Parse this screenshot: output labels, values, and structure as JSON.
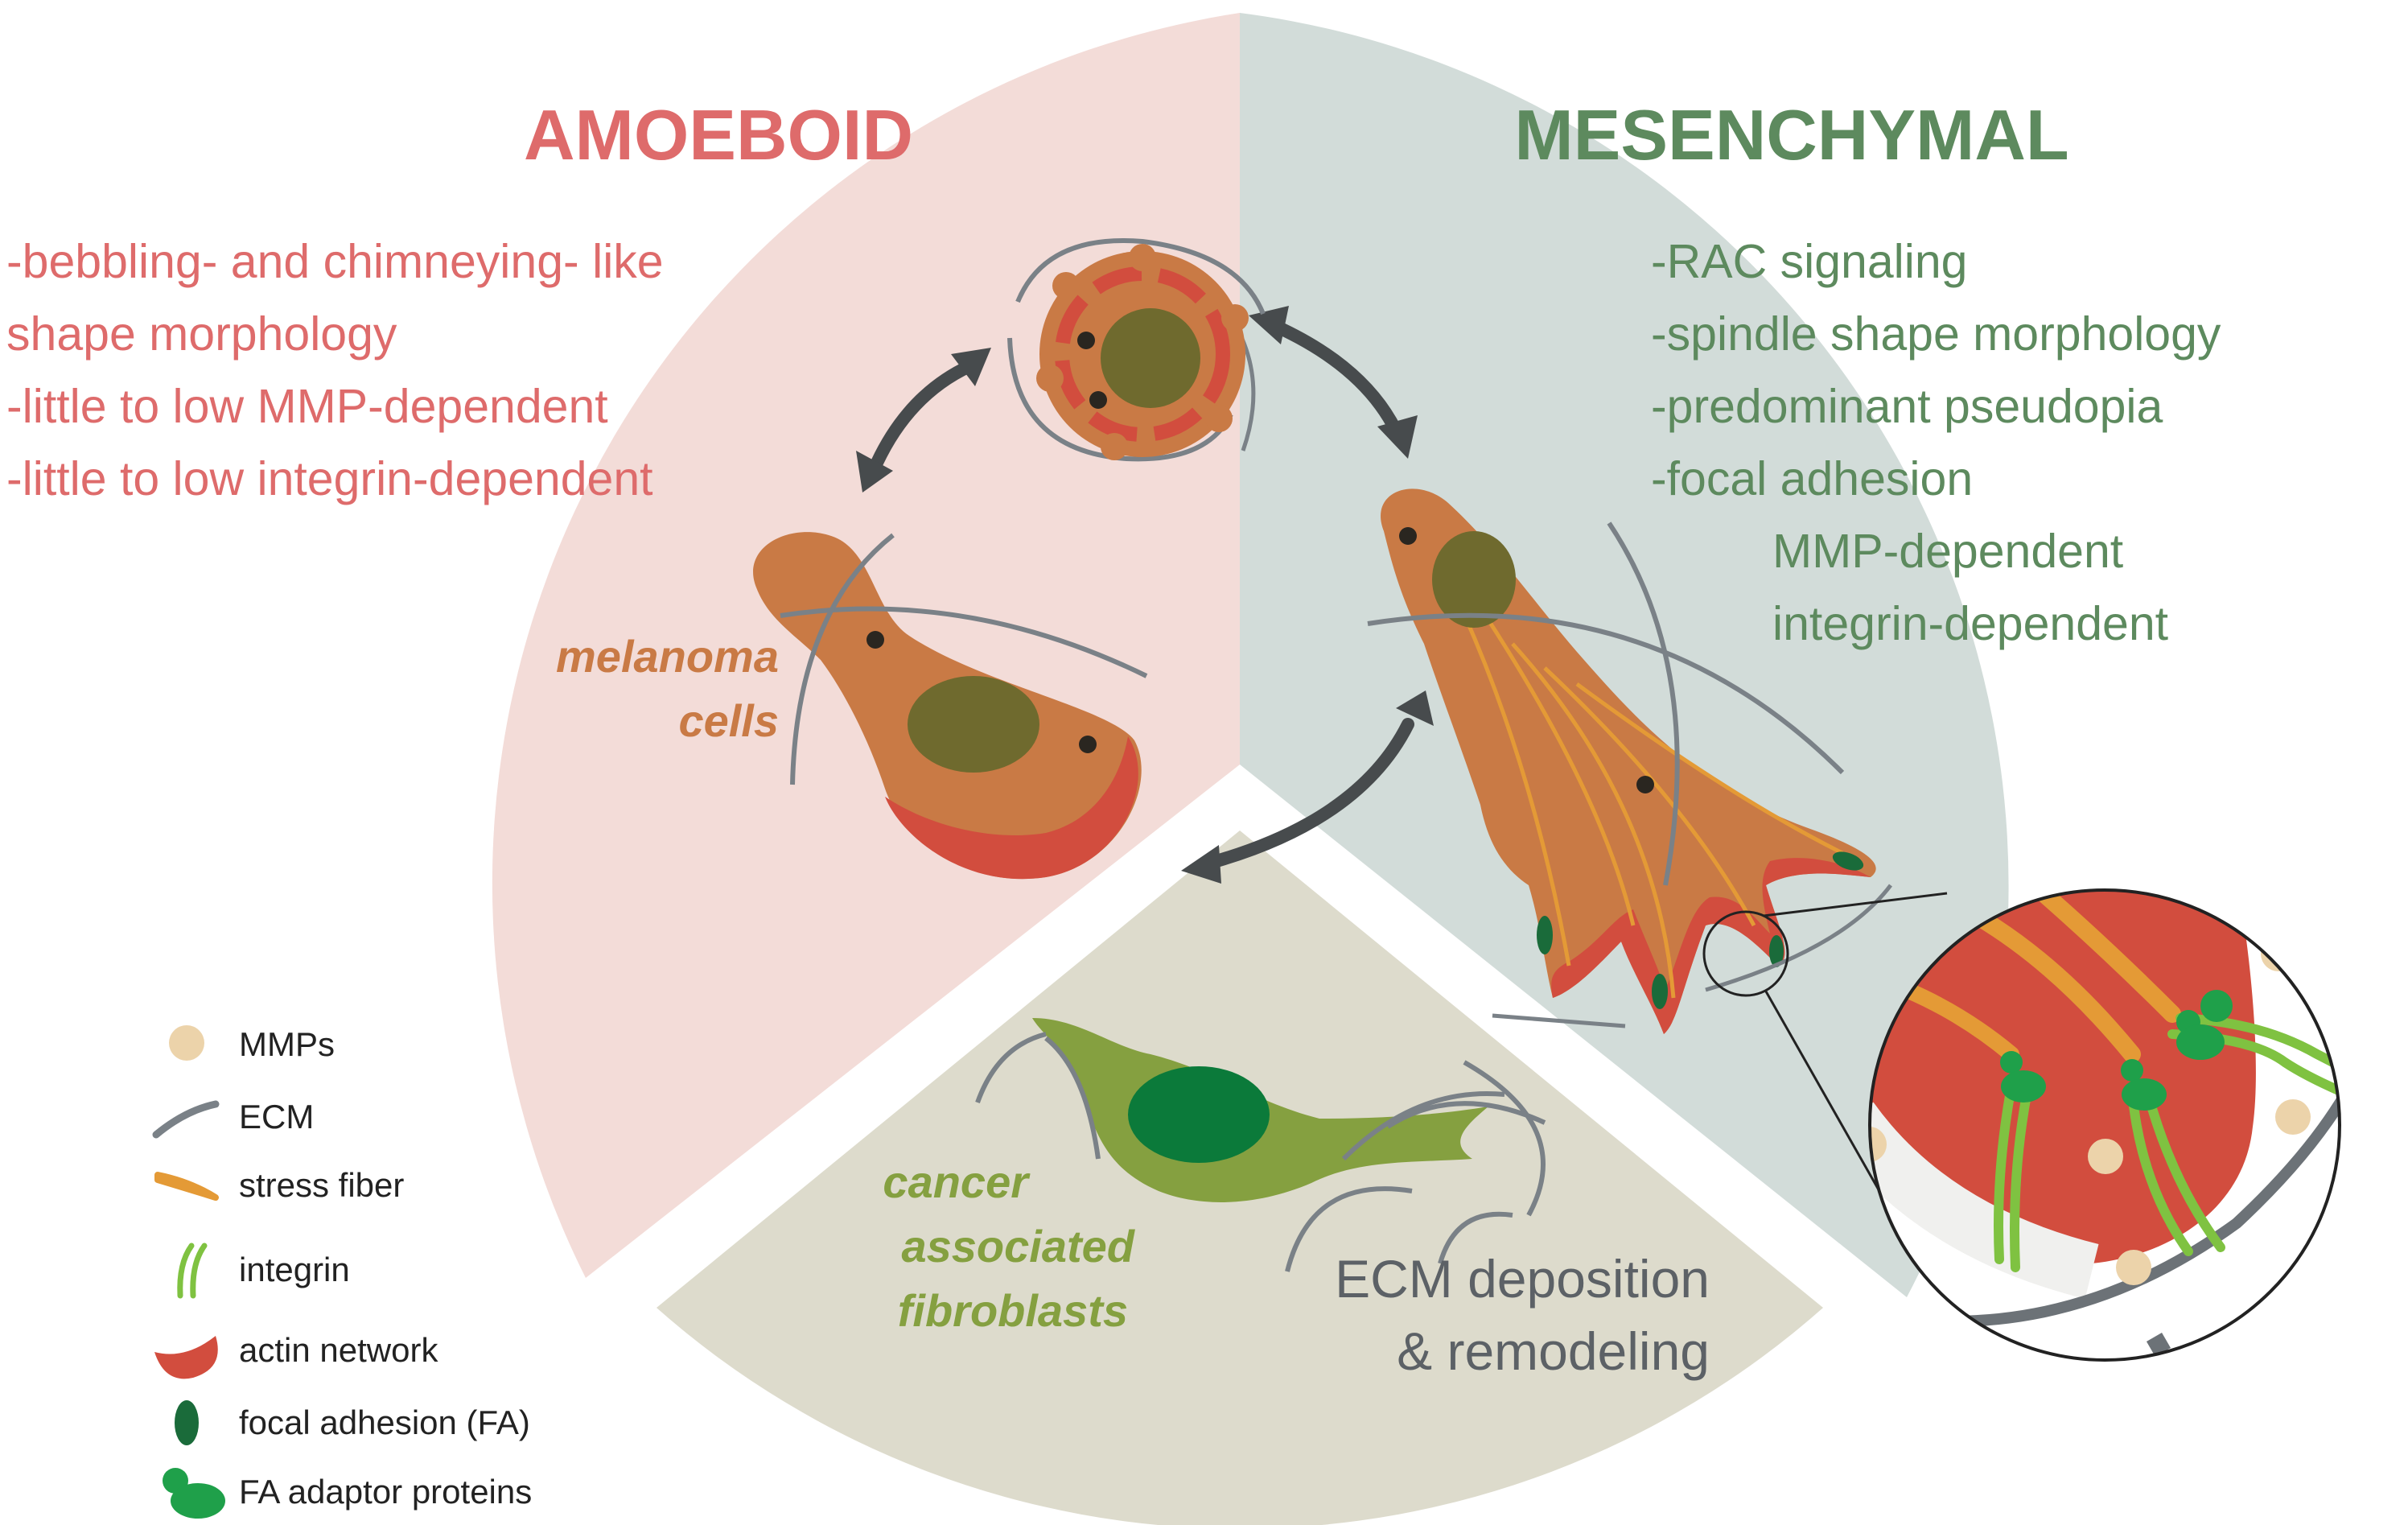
{
  "titles": {
    "amoeboid": "AMOEBOID",
    "mesenchymal": "MESENCHYMAL"
  },
  "amoeboid_traits": [
    "-bebbling- and chimneying- like",
    "shape morphology",
    "-little to low MMP-dependent",
    "-little to low integrin-dependent"
  ],
  "mesenchymal_traits": [
    "-RAC signaling",
    "-spindle shape morphology",
    "-predominant pseudopia",
    "-focal adhesion",
    "MMP-dependent",
    "integrin-dependent"
  ],
  "cell_labels": {
    "melanoma_line1": "melanoma",
    "melanoma_line2": "cells",
    "caf_line1": "cancer",
    "caf_line2": "associated",
    "caf_line3": "fibroblasts"
  },
  "ecm_text": {
    "line1": "ECM deposition",
    "line2": "& remodeling"
  },
  "legend": [
    {
      "icon": "mmp-dot-icon",
      "label": "MMPs"
    },
    {
      "icon": "ecm-fiber-icon",
      "label": "ECM"
    },
    {
      "icon": "stress-fiber-icon",
      "label": "stress fiber"
    },
    {
      "icon": "integrin-icon",
      "label": "integrin"
    },
    {
      "icon": "actin-network-icon",
      "label": "actin network"
    },
    {
      "icon": "focal-adhesion-icon",
      "label": "focal adhesion (FA)"
    },
    {
      "icon": "fa-adaptor-icon",
      "label": "FA adaptor proteins"
    }
  ],
  "colors": {
    "amoeboid": "#de6b6b",
    "mesenchymal": "#5d8a5e",
    "amoeboid_bg": "#f3dcd8",
    "mesenchymal_bg": "#d2dcd9",
    "caf_bg": "#dddbcc",
    "cell_body": "#c97a45",
    "actin": "#d24d3e",
    "nucleus": "#6f6a2e",
    "fibroblast": "#85a040",
    "fa_green": "#1a6b3a",
    "adaptor_green": "#1fa04a",
    "integrin": "#7fc241",
    "stress_fiber": "#e49a36",
    "mmp": "#ecd3aa",
    "ecm": "#7a8187",
    "arrow": "#474b4d",
    "ecm_text": "#5c6166"
  }
}
